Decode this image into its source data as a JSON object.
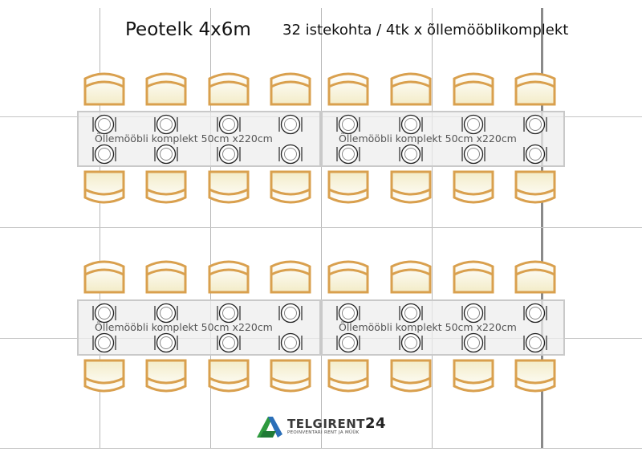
{
  "title": "Peotelk 4x6m",
  "subtitle": "32 istekohta / 4tk x õllemööblikomplekt",
  "tables": [
    {
      "label": "Õllemööbli komplekt 50cm x220cm"
    },
    {
      "label": "Õllemööbli komplekt 50cm x220cm"
    },
    {
      "label": "Õllemööbli komplekt 50cm x220cm"
    },
    {
      "label": "Õllemööbli komplekt 50cm x220cm"
    }
  ],
  "seats_per_table_side": 4,
  "logo": {
    "name": "TELGIRENT",
    "number": "24",
    "tagline": "PEOINVENTARI RENT JA MÜÜK"
  },
  "colors": {
    "chair_stroke": "#d9a04e",
    "chair_fill": "#f3ecc8",
    "grid": "#b8b8b8"
  }
}
